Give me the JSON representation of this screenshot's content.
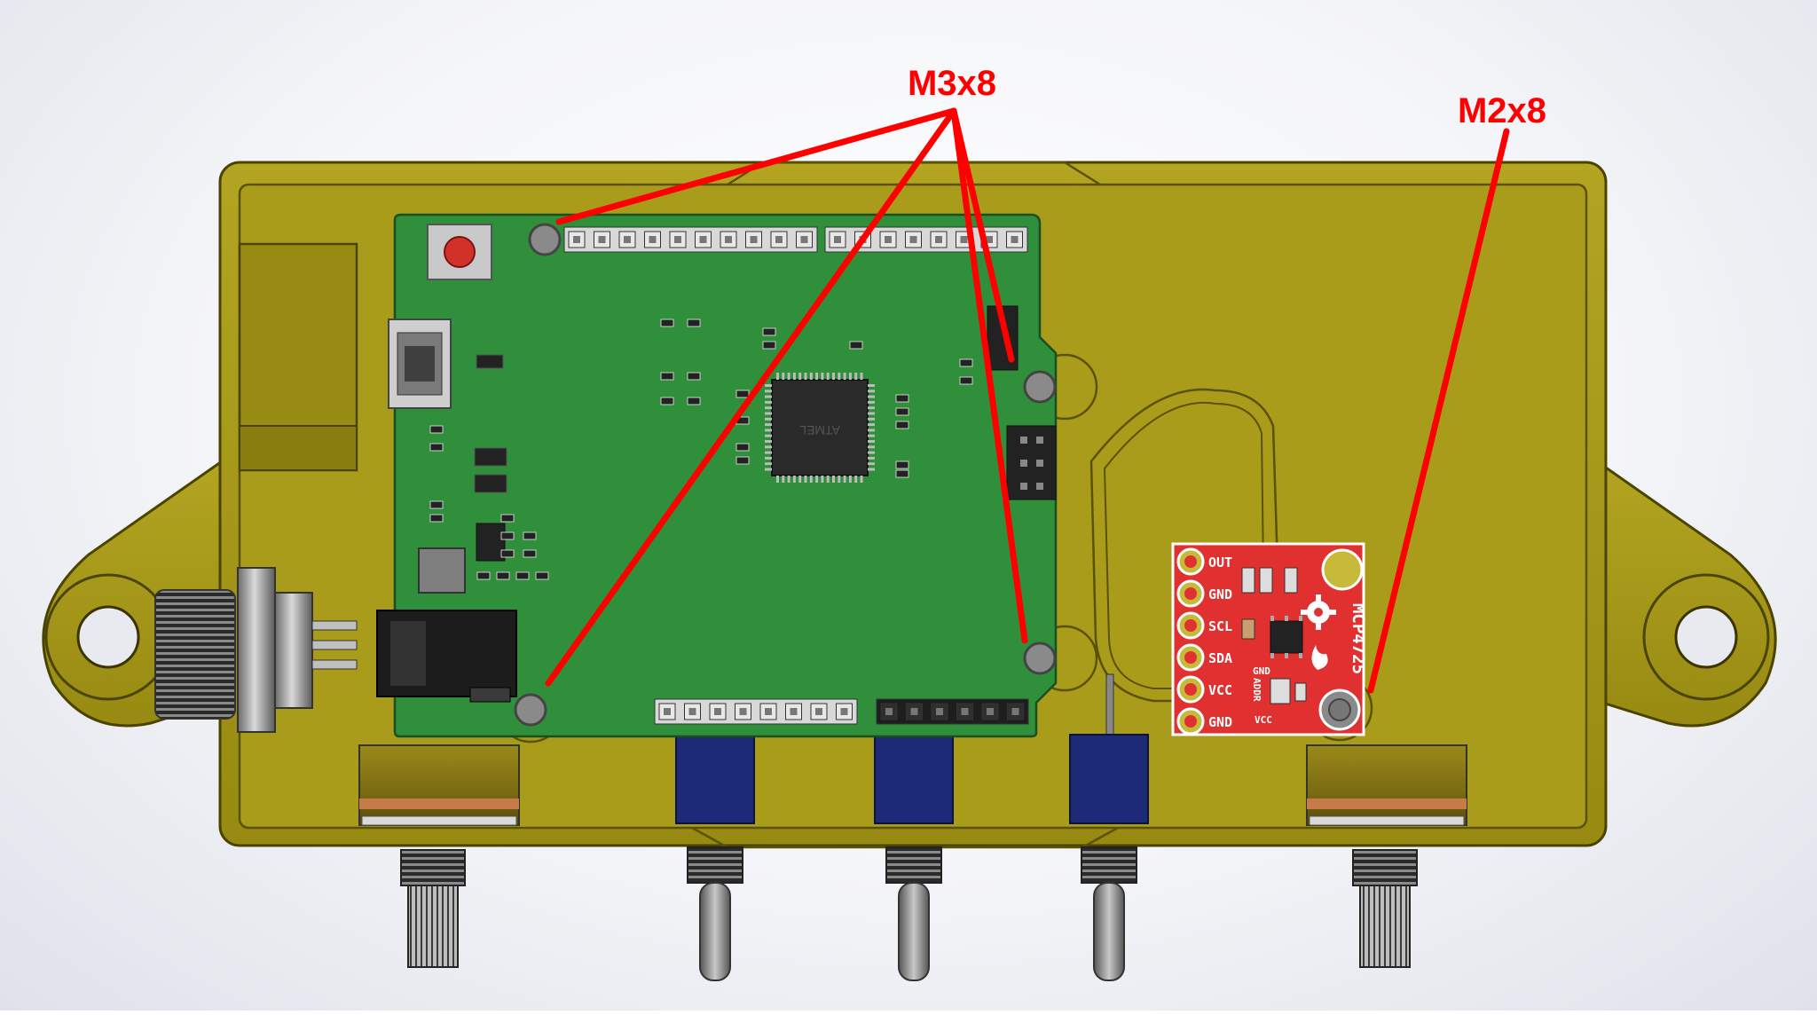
{
  "callouts": [
    {
      "label": "M3x8"
    },
    {
      "label": "M2x8"
    }
  ],
  "dac_board": {
    "pins": [
      "OUT",
      "GND",
      "SCL",
      "SDA",
      "VCC",
      "GND"
    ],
    "chip_name": "MCP4725",
    "sub_labels": [
      "GND",
      "ADDR",
      "VCC"
    ]
  },
  "mcu_marking": "ATMEL",
  "colors": {
    "callout": "#ff0000",
    "enclosure": "#a99c1a",
    "pcb": "#2f8f3a",
    "dac_pcb": "#e03030",
    "knob": "#1c2a78"
  }
}
